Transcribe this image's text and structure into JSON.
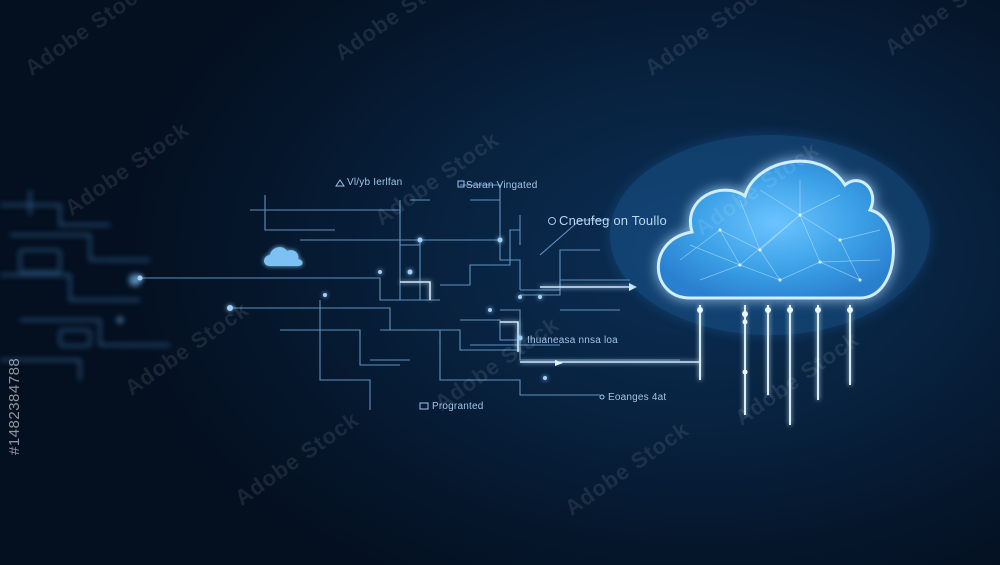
{
  "labels": {
    "top_left": "Vl/yb Ierlfan",
    "top_mid": "Saran Vingated",
    "top_right": "Cneufeg on Toullo",
    "mid": "Ihuaneasa nnsa loa",
    "bottom_left": "Progranted",
    "bottom_right": "Eoanges 4at"
  },
  "watermark": {
    "text": "Adobe Stock",
    "id": "#1482384788"
  },
  "colors": {
    "background": "#061426",
    "circuit": "#6fa6d8",
    "cloud_fill": "#3ea6ec",
    "cloud_glow": "#8fd3ff"
  },
  "icons": {
    "main": "cloud-icon",
    "small": "small-cloud-icon"
  }
}
